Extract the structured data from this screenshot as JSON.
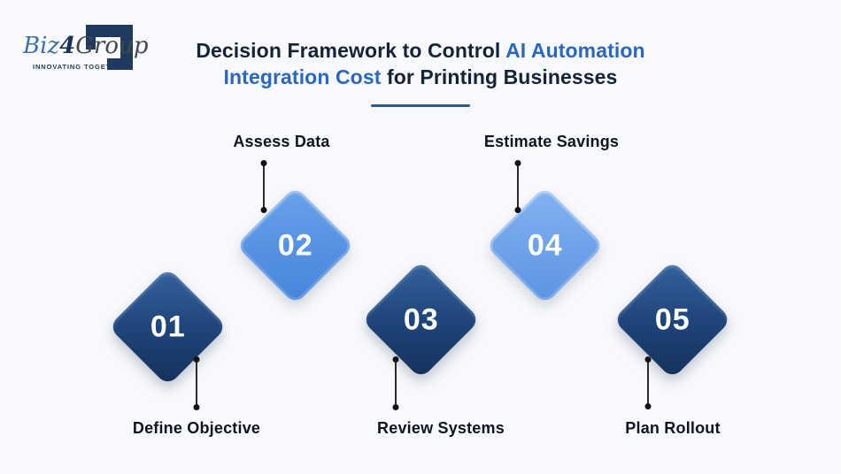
{
  "logo": {
    "biz": "Biz",
    "four": "4",
    "group": "Group",
    "tagline": "INNOVATING TOGETHER"
  },
  "title": {
    "l1_dark": "Decision Framework to Control",
    "l1_accent": "AI Automation",
    "l2_accent": "Integration Cost",
    "l2_dark": "for Printing Businesses"
  },
  "steps": [
    {
      "number": "01",
      "label": "Define Objective",
      "variant": "dark",
      "label_position": "below"
    },
    {
      "number": "02",
      "label": "Assess Data",
      "variant": "light",
      "label_position": "above"
    },
    {
      "number": "03",
      "label": "Review Systems",
      "variant": "dark",
      "label_position": "below"
    },
    {
      "number": "04",
      "label": "Estimate Savings",
      "variant": "lighter",
      "label_position": "above"
    },
    {
      "number": "05",
      "label": "Plan Rollout",
      "variant": "dark",
      "label_position": "below"
    }
  ],
  "colors": {
    "background": "#f8f9fc",
    "title_text": "#152338",
    "title_accent": "#2a67c0",
    "underline": "#2d5a88",
    "label_text": "#0d1522",
    "dark_diamond": "#1d4378",
    "light_diamond": "#4484da",
    "lighter_diamond": "#5b94e2",
    "logo_navy": "#1e3a5f",
    "logo_biz_blue": "#3f71a8",
    "logo_group_gray": "#43474e",
    "connector": "#2b2b2b"
  }
}
